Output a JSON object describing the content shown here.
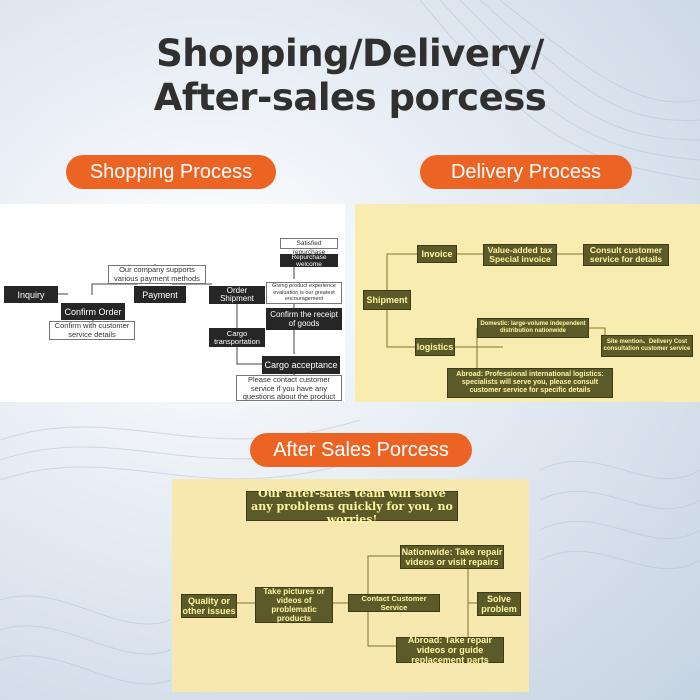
{
  "title": {
    "line1": "Shopping/Delivery/",
    "line2": "After-sales porcess"
  },
  "sections": {
    "shopping": "Shopping Process",
    "delivery": "Delivery Process",
    "after_sales": "After Sales Porcess"
  },
  "shopping": {
    "inquiry": "Inquiry",
    "confirm_order": "Confirm Order",
    "confirm_details": "Confirm with customer service details",
    "payment_methods": "Our company supports various payment methods",
    "payment": "Payment",
    "order_shipment": "Order Shipment",
    "cargo_transportation": "Cargo transportation",
    "cargo_acceptance": "Cargo acceptance",
    "contact_service": "Please contact customer service if you have any questions about the product",
    "satisfied": "Satisfied repurchase",
    "repurchase": "Repurchase welcome",
    "evaluation": "Giving product experience evaluation is our greatest encouragement",
    "confirm_receipt": "Confirm the receipt of goods"
  },
  "delivery": {
    "shipment": "Shipment",
    "invoice": "Invoice",
    "vat": "Value-added tax Special invoice",
    "consult": "Consult customer service for details",
    "logistics": "logistics",
    "domestic": "Domestic: large-volume independent distribution nationwide",
    "site": "Site mention、Delivery Cost consultation customer service",
    "abroad": "Abroad: Professional international logistics: specialists will serve you, please consult customer service for specific details"
  },
  "after_sales": {
    "banner": "Our after-sales team will solve any problems quickly for you, no worries!",
    "quality": "Quality or other issues",
    "pictures": "Take pictures or videos of problematic products",
    "contact": "Contact Customer Service",
    "nationwide": "Nationwide: Take repair videos or visit repairs",
    "abroad": "Abroad: Take repair videos or guide replacement parts",
    "solve": "Solve problem"
  },
  "colors": {
    "accent": "#ec6424",
    "title": "#303030",
    "box_dark": "#5d5a2a",
    "box_text": "#fff6a0",
    "panel_yellow": "#f8ecb0"
  }
}
